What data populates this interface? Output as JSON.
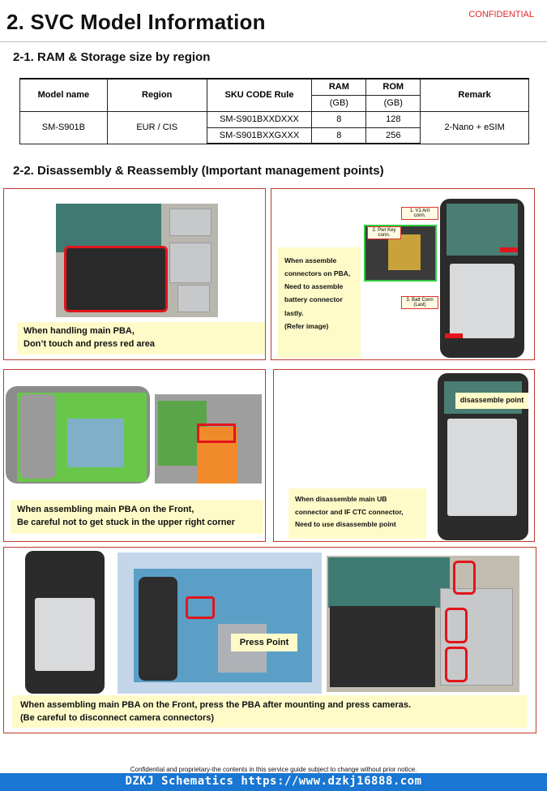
{
  "header": {
    "title": "2. SVC Model Information",
    "confidential": "CONFIDENTIAL"
  },
  "section1": {
    "heading": "2-1. RAM & Storage size by region",
    "table": {
      "headers": {
        "model": "Model name",
        "region": "Region",
        "sku": "SKU CODE Rule",
        "ram": "RAM",
        "ram_unit": "(GB)",
        "rom": "ROM",
        "rom_unit": "(GB)",
        "remark": "Remark"
      },
      "model": "SM-S901B",
      "region": "EUR / CIS",
      "remark": "2-Nano + eSIM",
      "rows": [
        {
          "sku": "SM-S901BXXDXXX",
          "ram": "8",
          "rom": "128"
        },
        {
          "sku": "SM-S901BXXGXXX",
          "ram": "8",
          "rom": "256"
        }
      ]
    }
  },
  "section2": {
    "heading": "2-2. Disassembly & Reassembly (Important management points)",
    "panel1": {
      "note_line1": "When handling main PBA,",
      "note_line2": "Don’t touch and press red area"
    },
    "panel2": {
      "note_line1": "When assemble",
      "note_line2": "connectors on PBA,",
      "note_line3": "Need to assemble",
      "note_line4": "battery connector",
      "note_line5": "lastly.",
      "note_line6": "(Refer image)",
      "label1a": "1. V1 Ant",
      "label1b": "conn.",
      "label2a": "2. Pwr Key",
      "label2b": "conn.",
      "label3a": "3. Batt Conn",
      "label3b": "(Last)"
    },
    "panel3": {
      "note_line1": "When assembling main PBA on the Front,",
      "note_line2": "Be careful not to get stuck in the upper right corner"
    },
    "panel4": {
      "callout": "disassemble point",
      "note_line1": "When disassemble main UB",
      "note_line2": "connector and IF CTC connector,",
      "note_line3": "Need to use disassemble point"
    },
    "panel5": {
      "press_point": "Press Point",
      "note_line1": "When assembling main PBA on the Front, press  the PBA after mounting and press cameras.",
      "note_line2": "(Be careful to disconnect camera connectors)"
    }
  },
  "footer": {
    "disclaimer": "Confidential and proprietary-the contents in this service guide subject to change without prior notice.",
    "watermark": "DZKJ Schematics https://www.dzkj16888.com"
  }
}
